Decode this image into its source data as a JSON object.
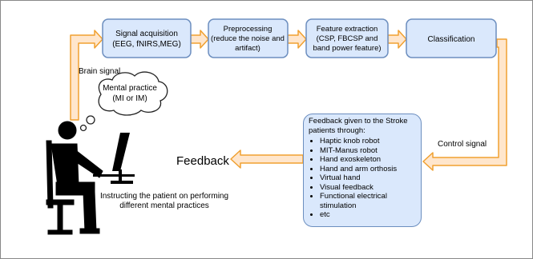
{
  "boxes": {
    "signal": {
      "line1": "Signal acquisition",
      "line2": "(EEG, fNIRS,MEG)"
    },
    "preprocessing": {
      "line1": "Preprocessing",
      "line2": "(reduce the noise and",
      "line3": "artifact)"
    },
    "features": {
      "line1": "Feature extraction",
      "line2": "(CSP, FBCSP and",
      "line3": "band power feature)"
    },
    "classification": {
      "line1": "Classification"
    }
  },
  "feedback_box": {
    "heading": "Feedback given to the Stroke patients through:",
    "items": [
      "Haptic knob robot",
      "MIT-Manus robot",
      "Hand exoskeleton",
      "Hand and arm orthosis",
      "Virtual hand",
      "Visual feedback",
      "Functional electrical stimulation",
      "etc"
    ]
  },
  "labels": {
    "brain_signal": "Brain signal",
    "control_signal": "Control signal",
    "feedback": "Feedback",
    "thought_line1": "Mental practice",
    "thought_line2": "(MI or IM)",
    "instruct_line1": "Instructing the patient on performing",
    "instruct_line2": "different mental practices"
  },
  "colors": {
    "box_fill": "#dae8fc",
    "box_stroke": "#6c8ebf",
    "arrow_fill": "#ffe6cc",
    "arrow_stroke": "#f0a030"
  }
}
